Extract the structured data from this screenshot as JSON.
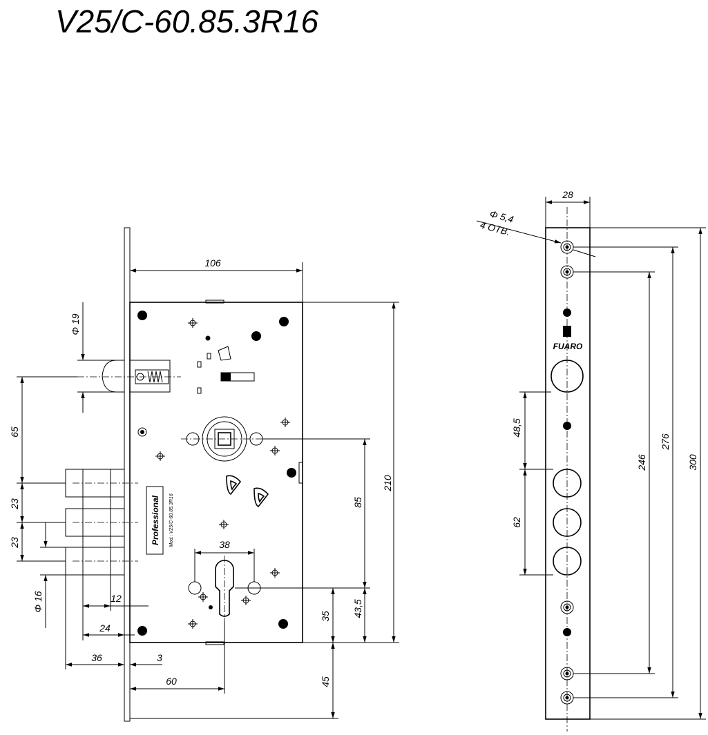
{
  "title": "V25/C-60.85.3R16",
  "front_view": {
    "dims": {
      "width_106": "106",
      "height_210": "210",
      "spindle_cyl_85": "85",
      "cyl_43_5": "43,5",
      "cyl_35": "35",
      "bottom_45": "45",
      "latch_dia": "Φ 19",
      "latch_to_bolt_65": "65",
      "bolt_gap_1": "23",
      "bolt_gap_2": "23",
      "bolt_dia": "Φ 16",
      "dim_12": "12",
      "dim_24": "24",
      "dim_36": "36",
      "dim_3": "3",
      "backset_60": "60",
      "cyl_holes_38": "38"
    },
    "body_label": "Professional",
    "body_sublabel": "Mod.: V25/C-60.85.3R16"
  },
  "faceplate_view": {
    "dims": {
      "width_28": "28",
      "hole_dia": "Φ 5,4",
      "hole_count": "4 ОТВ.",
      "dim_48_5": "48,5",
      "dim_62": "62",
      "dim_246": "246",
      "dim_276": "276",
      "dim_300": "300"
    },
    "brand": "FUARO"
  }
}
